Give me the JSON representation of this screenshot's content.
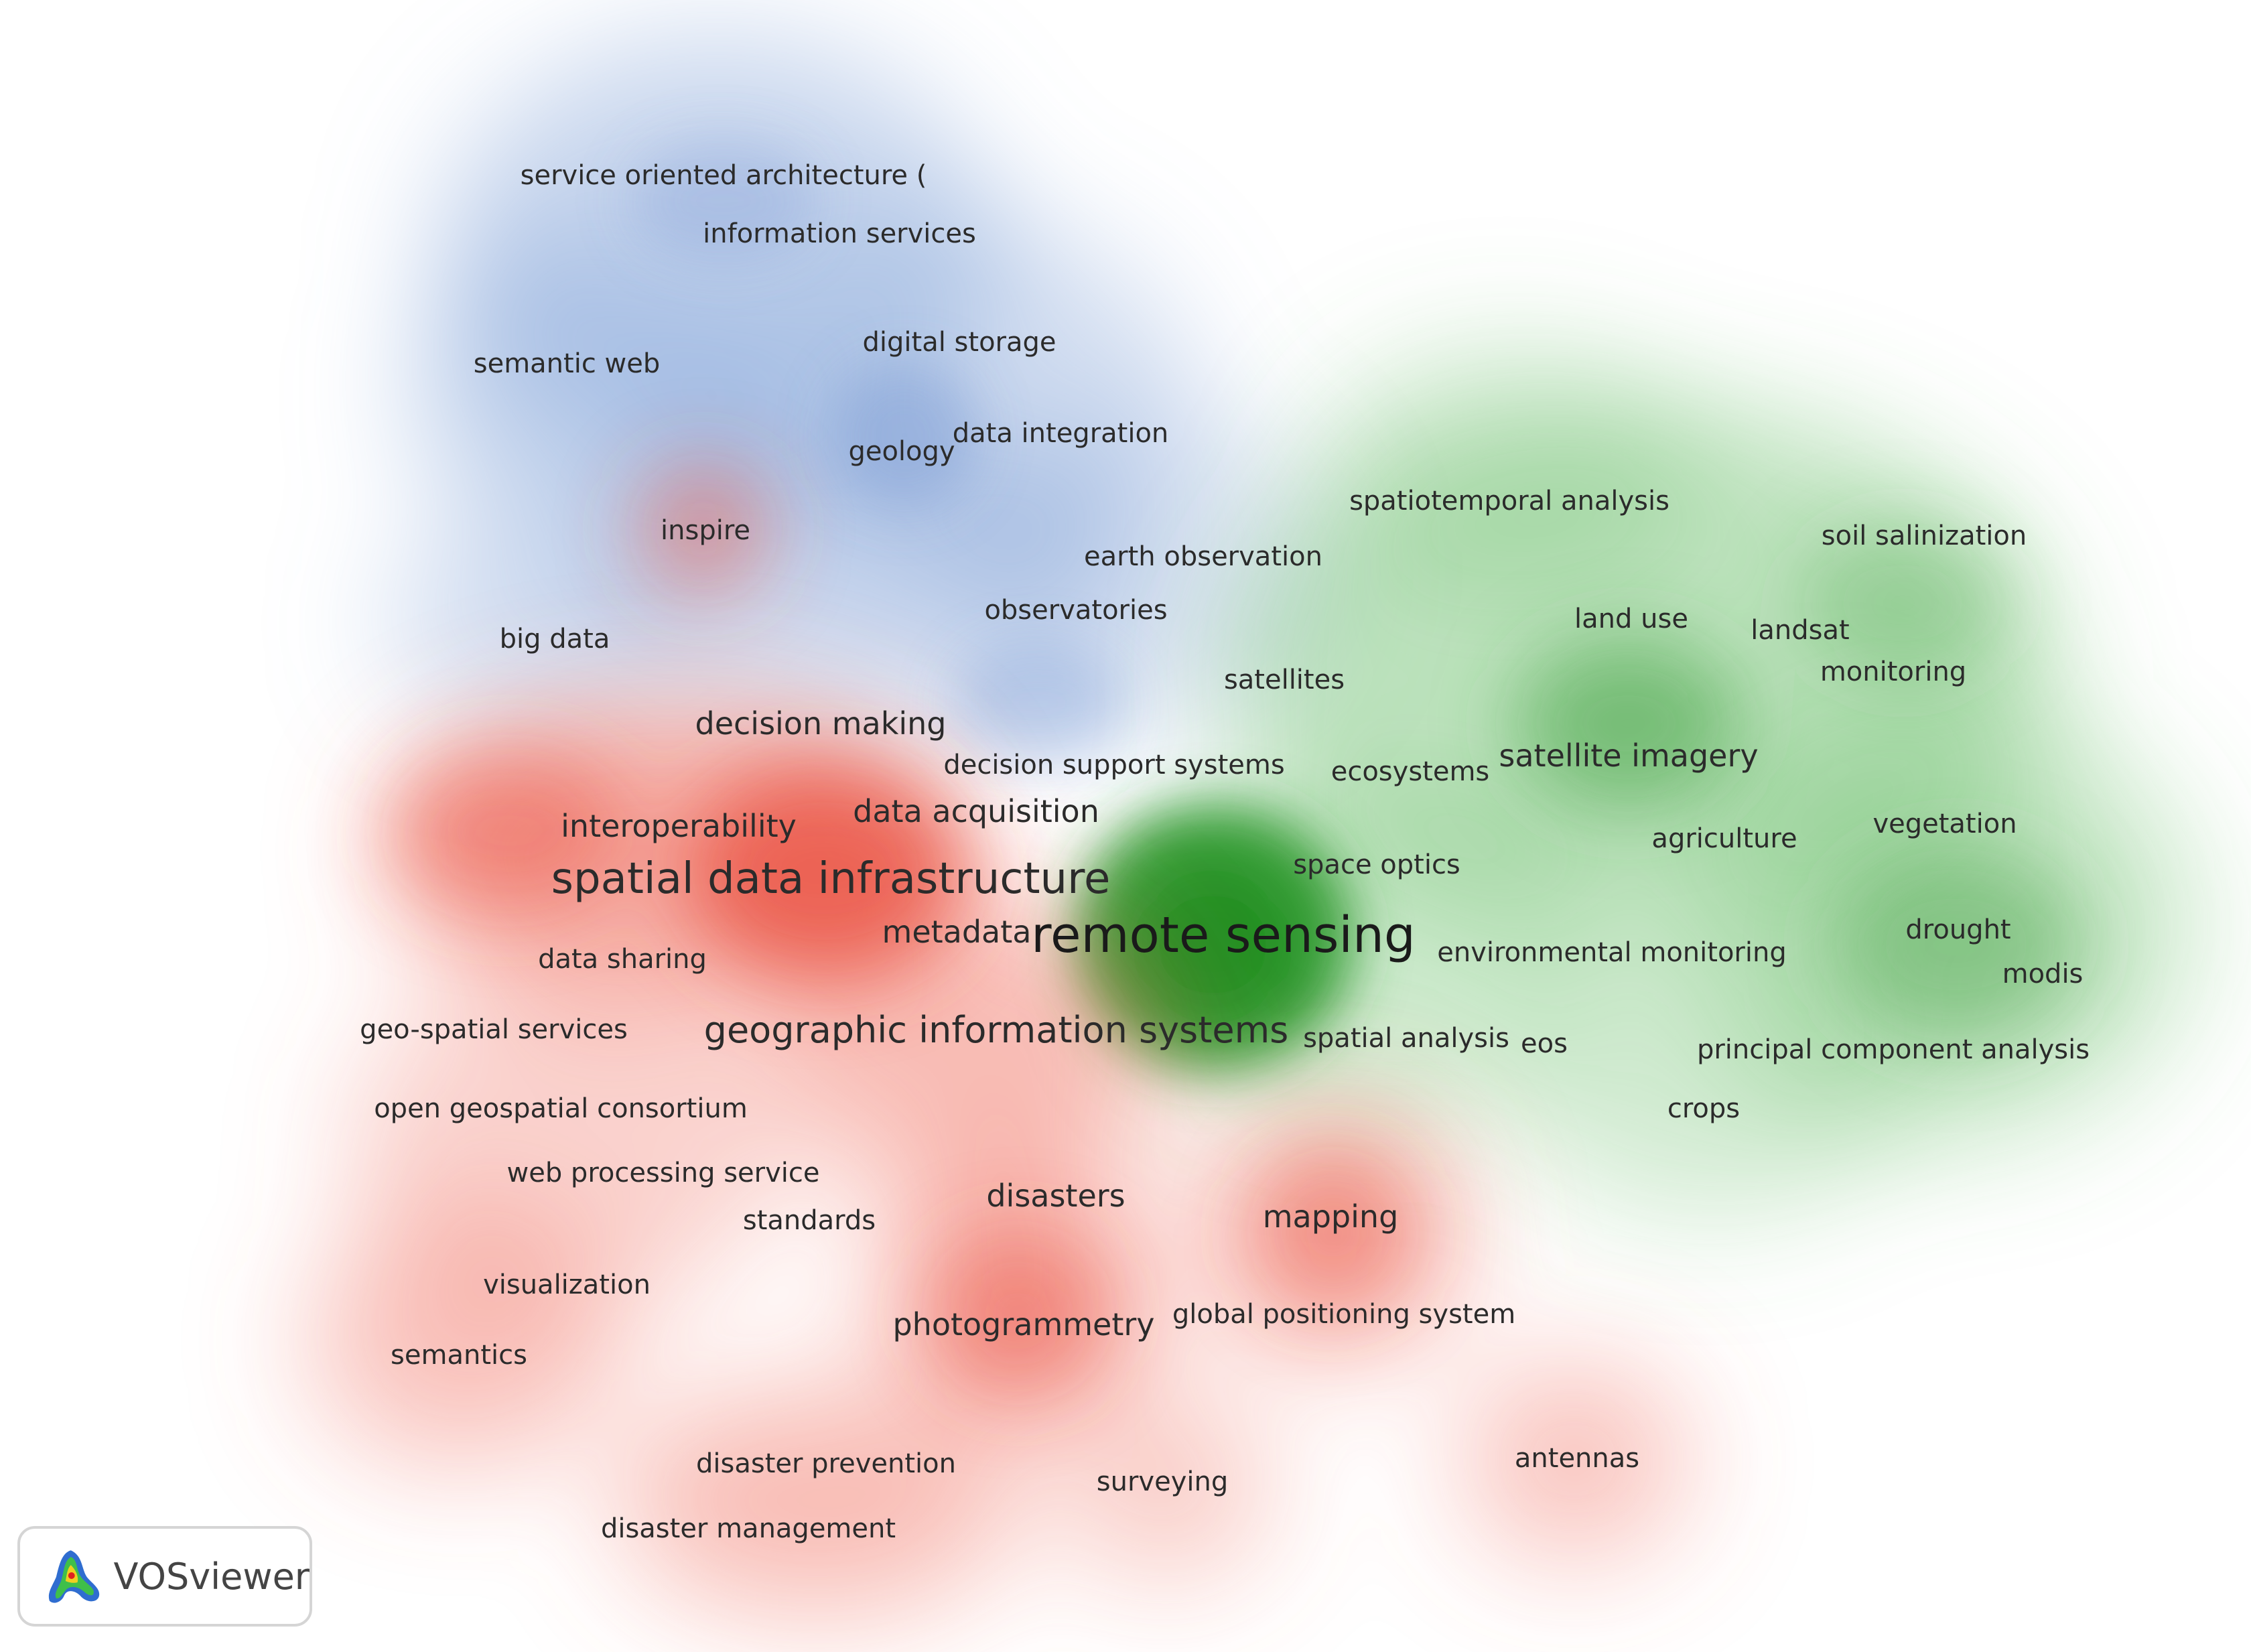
{
  "colors": {
    "blue_cluster": "#7e9fd6",
    "red_cluster": "#ee5a4a",
    "green_cluster": "#3aa63a",
    "label_text": "#2b2b2b",
    "logo_blue": "#2f6dd0",
    "logo_green": "#3fbf4a",
    "logo_yellow": "#f0d020",
    "logo_red": "#e02020"
  },
  "keywords": [
    {
      "id": "service-oriented-architecture",
      "label": "service oriented architecture (",
      "cluster": "blue",
      "size": 1
    },
    {
      "id": "information-services",
      "label": "information services",
      "cluster": "blue",
      "size": 1
    },
    {
      "id": "digital-storage",
      "label": "digital storage",
      "cluster": "blue",
      "size": 1
    },
    {
      "id": "semantic-web",
      "label": "semantic web",
      "cluster": "blue",
      "size": 1
    },
    {
      "id": "data-integration",
      "label": "data integration",
      "cluster": "blue",
      "size": 1
    },
    {
      "id": "geology",
      "label": "geology",
      "cluster": "blue",
      "size": 1
    },
    {
      "id": "inspire",
      "label": "inspire",
      "cluster": "red",
      "size": 1
    },
    {
      "id": "earth-observation",
      "label": "earth observation",
      "cluster": "blue",
      "size": 1
    },
    {
      "id": "observatories",
      "label": "observatories",
      "cluster": "blue",
      "size": 1
    },
    {
      "id": "big-data",
      "label": "big data",
      "cluster": "blue",
      "size": 1
    },
    {
      "id": "satellites",
      "label": "satellites",
      "cluster": "blue",
      "size": 1
    },
    {
      "id": "decision-making",
      "label": "decision making",
      "cluster": "blue",
      "size": 2
    },
    {
      "id": "decision-support-systems",
      "label": "decision support systems",
      "cluster": "blue",
      "size": 1
    },
    {
      "id": "spatiotemporal-analysis",
      "label": "spatiotemporal analysis",
      "cluster": "green",
      "size": 1
    },
    {
      "id": "soil-salinization",
      "label": "soil salinization",
      "cluster": "green",
      "size": 1
    },
    {
      "id": "land-use",
      "label": "land use",
      "cluster": "green",
      "size": 1
    },
    {
      "id": "landsat",
      "label": "landsat",
      "cluster": "green",
      "size": 1
    },
    {
      "id": "monitoring",
      "label": "monitoring",
      "cluster": "green",
      "size": 1
    },
    {
      "id": "satellite-imagery",
      "label": "satellite imagery",
      "cluster": "green",
      "size": 2
    },
    {
      "id": "ecosystems",
      "label": "ecosystems",
      "cluster": "green",
      "size": 1
    },
    {
      "id": "agriculture",
      "label": "agriculture",
      "cluster": "green",
      "size": 1
    },
    {
      "id": "vegetation",
      "label": "vegetation",
      "cluster": "green",
      "size": 1
    },
    {
      "id": "interoperability",
      "label": "interoperability",
      "cluster": "red",
      "size": 2
    },
    {
      "id": "data-acquisition",
      "label": "data acquisition",
      "cluster": "red",
      "size": 2
    },
    {
      "id": "spatial-data-infrastructure",
      "label": "spatial data infrastructure",
      "cluster": "red",
      "size": 4
    },
    {
      "id": "space-optics",
      "label": "space optics",
      "cluster": "green",
      "size": 1
    },
    {
      "id": "metadata",
      "label": "metadata",
      "cluster": "red",
      "size": 2
    },
    {
      "id": "remote-sensing",
      "label": "remote sensing",
      "cluster": "green",
      "size": 5
    },
    {
      "id": "data-sharing",
      "label": "data sharing",
      "cluster": "red",
      "size": 1
    },
    {
      "id": "environmental-monitoring",
      "label": "environmental monitoring",
      "cluster": "green",
      "size": 1
    },
    {
      "id": "drought",
      "label": "drought",
      "cluster": "green",
      "size": 1
    },
    {
      "id": "modis",
      "label": "modis",
      "cluster": "green",
      "size": 1
    },
    {
      "id": "geo-spatial-services",
      "label": "geo-spatial services",
      "cluster": "red",
      "size": 1
    },
    {
      "id": "geographic-information-systems",
      "label": "geographic information systems",
      "cluster": "red",
      "size": 3
    },
    {
      "id": "spatial-analysis",
      "label": "spatial analysis",
      "cluster": "green",
      "size": 1
    },
    {
      "id": "eos",
      "label": "eos",
      "cluster": "green",
      "size": 1
    },
    {
      "id": "principal-component-analysis",
      "label": "principal component analysis",
      "cluster": "green",
      "size": 1
    },
    {
      "id": "open-geospatial-consortium",
      "label": "open geospatial consortium",
      "cluster": "red",
      "size": 1
    },
    {
      "id": "crops",
      "label": "crops",
      "cluster": "green",
      "size": 1
    },
    {
      "id": "web-processing-service",
      "label": "web processing service",
      "cluster": "red",
      "size": 1
    },
    {
      "id": "disasters",
      "label": "disasters",
      "cluster": "red",
      "size": 2
    },
    {
      "id": "standards",
      "label": "standards",
      "cluster": "red",
      "size": 1
    },
    {
      "id": "mapping",
      "label": "mapping",
      "cluster": "red",
      "size": 2
    },
    {
      "id": "visualization",
      "label": "visualization",
      "cluster": "red",
      "size": 1
    },
    {
      "id": "global-positioning-system",
      "label": "global positioning system",
      "cluster": "red",
      "size": 1
    },
    {
      "id": "photogrammetry",
      "label": "photogrammetry",
      "cluster": "red",
      "size": 2
    },
    {
      "id": "semantics",
      "label": "semantics",
      "cluster": "red",
      "size": 1
    },
    {
      "id": "antennas",
      "label": "antennas",
      "cluster": "red",
      "size": 1
    },
    {
      "id": "disaster-prevention",
      "label": "disaster prevention",
      "cluster": "red",
      "size": 1
    },
    {
      "id": "surveying",
      "label": "surveying",
      "cluster": "red",
      "size": 1
    },
    {
      "id": "disaster-management",
      "label": "disaster management",
      "cluster": "red",
      "size": 1
    }
  ],
  "badge": {
    "text": "VOSviewer",
    "icon": "vosviewer-logo-icon"
  }
}
